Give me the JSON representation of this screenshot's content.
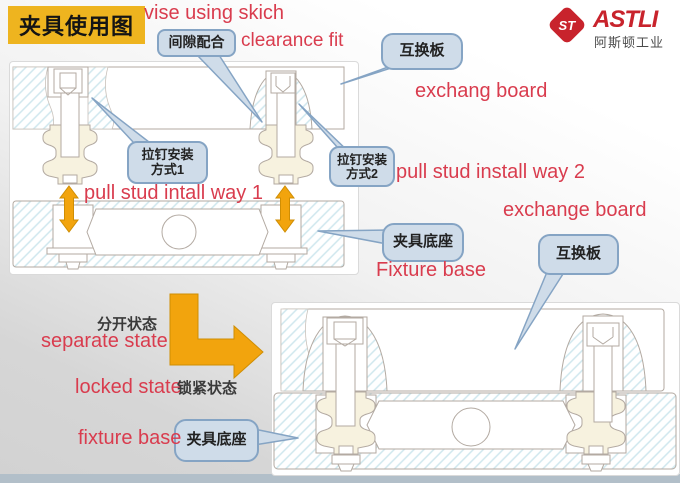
{
  "title": {
    "cn": "夹具使用图",
    "en": "vise using skich"
  },
  "logo": {
    "emblem": "ST",
    "wordmark": "ASTLI",
    "company": "阿斯顿工业"
  },
  "annotations": {
    "clearance": {
      "cn": "间隙配合",
      "en": "clearance fit"
    },
    "exchange_top": {
      "cn": "互换板",
      "en": "exchang board"
    },
    "pull_stud_1": {
      "cn_line1": "拉钉安装",
      "cn_line2": "方式1",
      "en": "pull stud intall way 1"
    },
    "pull_stud_2": {
      "cn_line1": "拉钉安装",
      "cn_line2": "方式2",
      "en": "pull stud install way 2"
    },
    "exchange_mid": {
      "en": "exchange board"
    },
    "fixture_top": {
      "cn": "夹具底座",
      "en": "Fixture base"
    },
    "exchange_bottom": {
      "cn": "互换板"
    },
    "states": {
      "separate_cn": "分开状态",
      "separate_en": "separate state",
      "locked_en": "locked state",
      "locked_cn": "锁紧状态"
    },
    "fixture_bottom": {
      "en": "fixture base",
      "cn": "夹具底座"
    }
  },
  "colors": {
    "accent_red": "#d93c4e",
    "title_bg": "#eeb41f",
    "callout_fill": "#cfdce9",
    "callout_border": "#85a4c4",
    "arrow_orange": "#f2a40d",
    "logo_red": "#c8232c",
    "hatch_blue": "#cfe7ee",
    "drawing_line": "#b3aaa2",
    "stud_cream": "#f7f2df"
  }
}
